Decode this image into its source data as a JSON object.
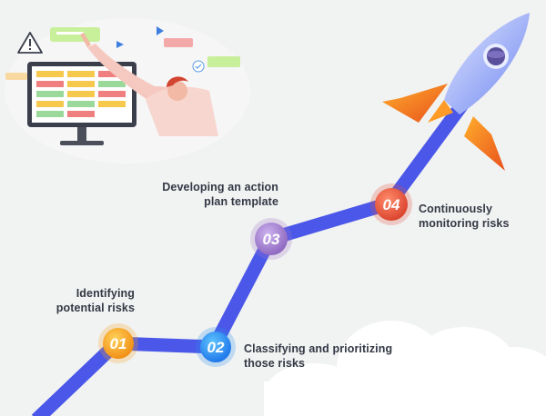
{
  "steps": [
    {
      "number": "01",
      "label_lines": [
        "Identifying",
        "potential risks"
      ],
      "color": "#f7a21a"
    },
    {
      "number": "02",
      "label_lines": [
        "Classifying and prioritizing",
        "those risks"
      ],
      "color": "#2a8ff0"
    },
    {
      "number": "03",
      "label_lines": [
        "Developing an action",
        "plan template"
      ],
      "color": "#9f79c8"
    },
    {
      "number": "04",
      "label_lines": [
        "Continuously",
        "monitoring risks"
      ],
      "color": "#e2503a"
    }
  ],
  "colors": {
    "path": "#4a57e8",
    "background": "#f1f2f2",
    "text": "#333844"
  },
  "icons": [
    "rocket-icon",
    "person-pointing-icon",
    "computer-monitor-icon",
    "warning-icon",
    "cloud-icon"
  ]
}
